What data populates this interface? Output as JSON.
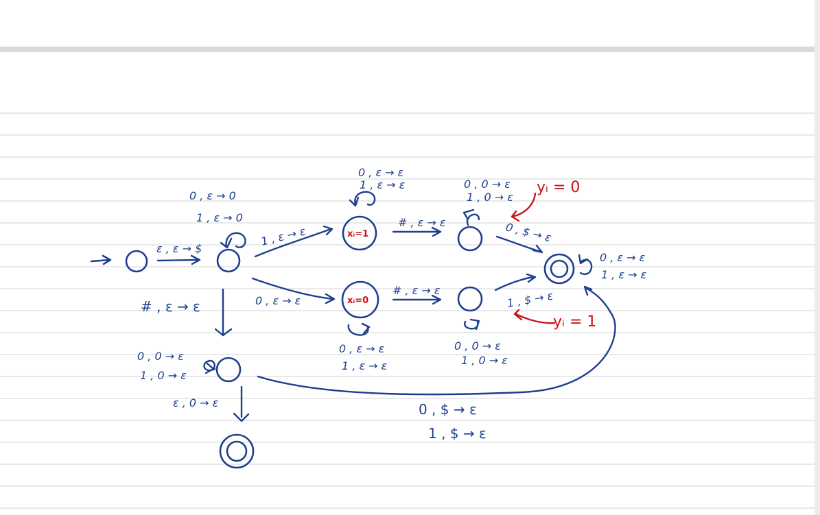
{
  "notebook": {
    "background": "#ffffff",
    "rule_color": "#dcdcdc",
    "ink_blue": "#1d3f8f",
    "ink_red": "#c8141b"
  },
  "states": {
    "x_eq_1": "xᵢ=1",
    "x_eq_0": "xᵢ=0"
  },
  "labels": {
    "push_dollar": "ε , ε → $",
    "loop_q1_0": "0 , ε → 0",
    "loop_q1_1": "1 , ε → 0",
    "q1_to_x1": "1 , ε → ε",
    "q1_to_x0": "0 , ε → ε",
    "q1_down": "# , ε → ε",
    "loop_x1_0": "0 , ε → ε",
    "loop_x1_1": "1 , ε → ε",
    "x1_to_t1": "# , ε → ε",
    "loop_t1_0": "0 , 0 → ε",
    "loop_t1_1": "1 , 0 → ε",
    "t1_to_acc": "0 , $ → ε",
    "loop_x0_0": "0 , ε → ε",
    "loop_x0_1": "1 , ε → ε",
    "x0_to_t0": "# , ε → ε",
    "loop_t0_0": "0 , 0 → ε",
    "loop_t0_1": "1 , 0 → ε",
    "t0_to_acc": "1 , $ → ε",
    "loop_acc_0": "0 , ε → ε",
    "loop_acc_1": "1 , ε → ε",
    "loop_q2_0": "0 , 0 → ε",
    "loop_q2_1": "1 , 0 → ε",
    "q2_down": "ε , 0 → ε",
    "bottom_0": "0 , $ → ε",
    "bottom_1": "1 , $ → ε",
    "note_y0": "yᵢ = 0",
    "note_y1": "yᵢ = 1"
  }
}
